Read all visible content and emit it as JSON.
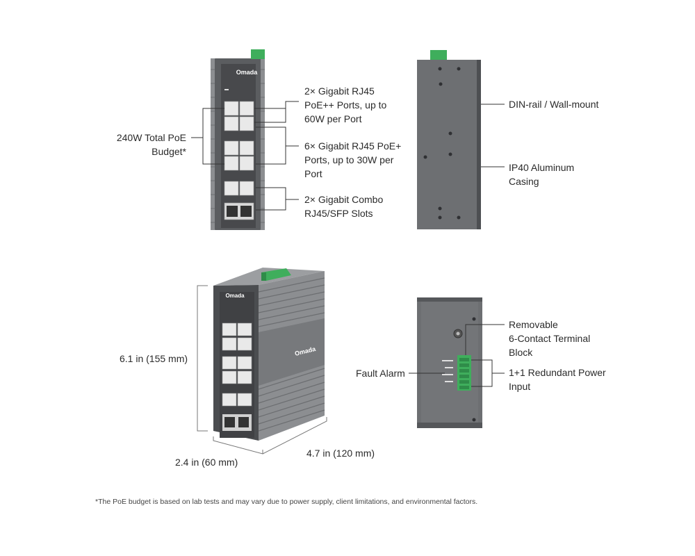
{
  "labels": {
    "rj45_poe_pp": "2× Gigabit RJ45\nPoE++ Ports, up to\n60W per Port",
    "poe_budget": "240W Total PoE\nBudget*",
    "rj45_poe_p": "6× Gigabit RJ45 PoE+\nPorts, up to 30W per\nPort",
    "combo": "2× Gigabit Combo\nRJ45/SFP Slots",
    "din_rail": "DIN-rail / Wall-mount",
    "casing": "IP40 Aluminum\nCasing",
    "height": "6.1 in (155  mm)",
    "depth": "2.4 in (60 mm)",
    "width": "4.7  in (120 mm)",
    "terminal_block": "Removable\n6-Contact Terminal\nBlock",
    "redundant_power": "1+1 Redundant Power\nInput",
    "fault_alarm": "Fault Alarm"
  },
  "brand": "Omada",
  "footnote": "*The PoE budget is based on lab tests and may vary due to power supply, client limitations, and environmental factors.",
  "colors": {
    "body_dark": "#4b4d50",
    "body_mid": "#6a6c6f",
    "fin": "#8d8f92",
    "terminal_green": "#3fae5c",
    "port_white": "#e9e9e9",
    "leader": "#333333"
  }
}
